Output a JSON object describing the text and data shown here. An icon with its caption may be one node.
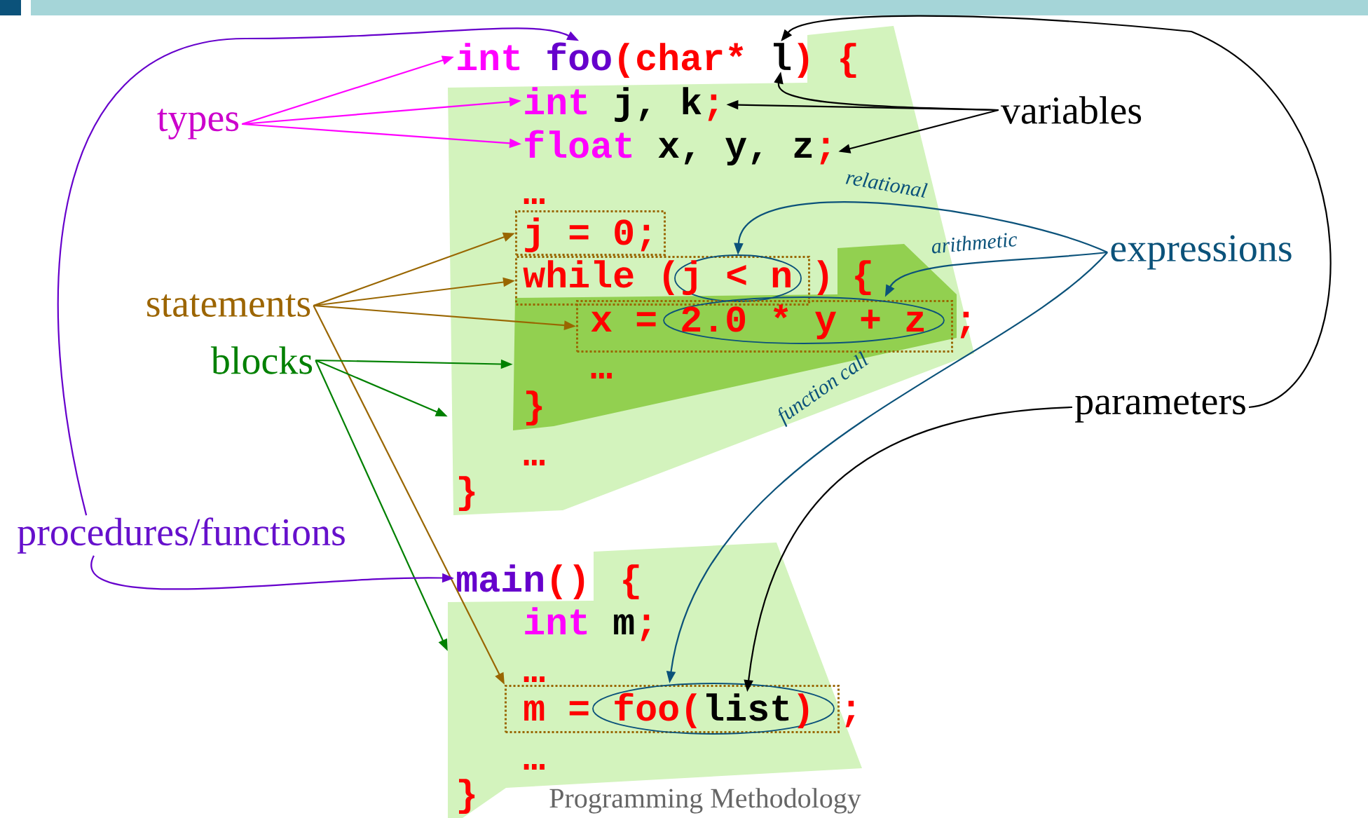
{
  "diagram": {
    "nodes": [
      {
        "text": [
          "types"
        ]
      },
      {
        "text": [
          "variables"
        ]
      },
      {
        "text": [
          "statements"
        ]
      },
      {
        "text": [
          "blocks"
        ]
      },
      {
        "text": [
          "expressions"
        ]
      },
      {
        "text": [
          "procedures/functions"
        ]
      },
      {
        "text": [
          "parameters"
        ]
      },
      {
        "text": [],
        "shape": "box"
      },
      {
        "text": [
          "int"
        ]
      },
      {
        "text": [
          "foo"
        ]
      },
      {
        "text": [
          "l"
        ]
      },
      {
        "text": [
          "int"
        ],
        "in": 7
      },
      {
        "text": [
          "j, k",
          ";"
        ],
        "in": 7
      },
      {
        "text": [
          "float"
        ],
        "in": 7
      },
      {
        "text": [
          "x, y, z",
          ";"
        ],
        "in": 7
      },
      {
        "text": [
          "j = 0;"
        ],
        "in": 7
      },
      {
        "text": [
          "while ("
        ],
        "in": 7
      },
      {
        "text": [
          "j < n"
        ],
        "in": 16
      },
      {
        "text": [],
        "shape": "box",
        "in": 7
      },
      {
        "text": [
          "x ="
        ],
        "in": 18
      },
      {
        "text": [
          "2.0 * y + z"
        ],
        "in": 19
      },
      {
        "text": [],
        "shape": "box"
      },
      {
        "text": [
          "main"
        ]
      },
      {
        "text": [
          "m ="
        ],
        "in": 21
      },
      {
        "text": [
          "foo(",
          ")"
        ],
        "in": 23
      },
      {
        "text": [
          "list"
        ],
        "in": 24
      }
    ],
    "edges": [
      {
        "from": 0,
        "to": 8,
        "arrow": "to",
        "color": "#ff00ff"
      },
      {
        "from": 0,
        "to": 11,
        "arrow": "to",
        "color": "#ff00ff"
      },
      {
        "from": 0,
        "to": 13,
        "arrow": "to",
        "color": "#ff00ff"
      },
      {
        "from": 1,
        "to": 10,
        "arrow": "to"
      },
      {
        "from": 1,
        "to": 12,
        "arrow": "to"
      },
      {
        "from": 1,
        "to": 14,
        "arrow": "to"
      },
      {
        "from": 2,
        "to": 15,
        "arrow": "to",
        "color": "#996600"
      },
      {
        "from": 2,
        "to": 16,
        "arrow": "to",
        "color": "#996600"
      },
      {
        "from": 2,
        "to": 19,
        "arrow": "to",
        "color": "#996600"
      },
      {
        "from": 2,
        "to": 23,
        "arrow": "to",
        "color": "#996600"
      },
      {
        "from": 3,
        "to": 18,
        "arrow": "to",
        "color": "#008000"
      },
      {
        "from": 3,
        "to": 7,
        "arrow": "to",
        "color": "#008000"
      },
      {
        "from": 3,
        "to": 21,
        "arrow": "to",
        "color": "#008000"
      },
      {
        "from": 4,
        "to": 17,
        "arrow": "to",
        "label": "relational",
        "color": "#0b527a"
      },
      {
        "from": 4,
        "to": 20,
        "arrow": "to",
        "label": "arithmetic",
        "color": "#0b527a"
      },
      {
        "from": 4,
        "to": 24,
        "arrow": "to",
        "label": "function call",
        "color": "#0b527a"
      },
      {
        "from": 5,
        "to": 9,
        "arrow": "to",
        "color": "#6600cc"
      },
      {
        "from": 5,
        "to": 22,
        "arrow": "to",
        "color": "#6600cc"
      },
      {
        "from": 6,
        "to": 10,
        "arrow": "to"
      },
      {
        "from": 6,
        "to": 25,
        "arrow": "to"
      }
    ],
    "labels": [
      "(char*",
      ")",
      "{",
      "…",
      ")",
      "{",
      ";",
      "…",
      "}",
      "…",
      "}",
      "()",
      "{",
      "int",
      "m",
      ";",
      "…",
      ";",
      "…",
      "}",
      "Programming Methodology"
    ]
  }
}
